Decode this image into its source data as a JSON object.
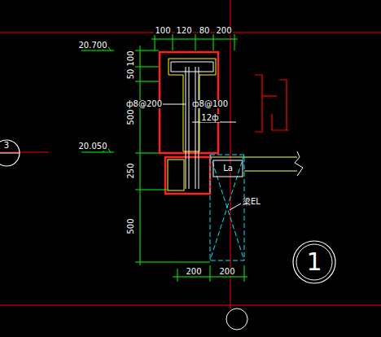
{
  "diagram": {
    "nodes": [
      {
        "text": [
          "3"
        ]
      },
      {
        "text": [
          "1"
        ]
      }
    ],
    "labels": [
      "100",
      "120",
      "80",
      "200",
      "20.700",
      "20.050",
      "100",
      "50",
      "500",
      "250",
      "500",
      "ф8@200",
      "ф8@100",
      "12ф",
      "La",
      "梁EL",
      "200",
      "200"
    ]
  }
}
